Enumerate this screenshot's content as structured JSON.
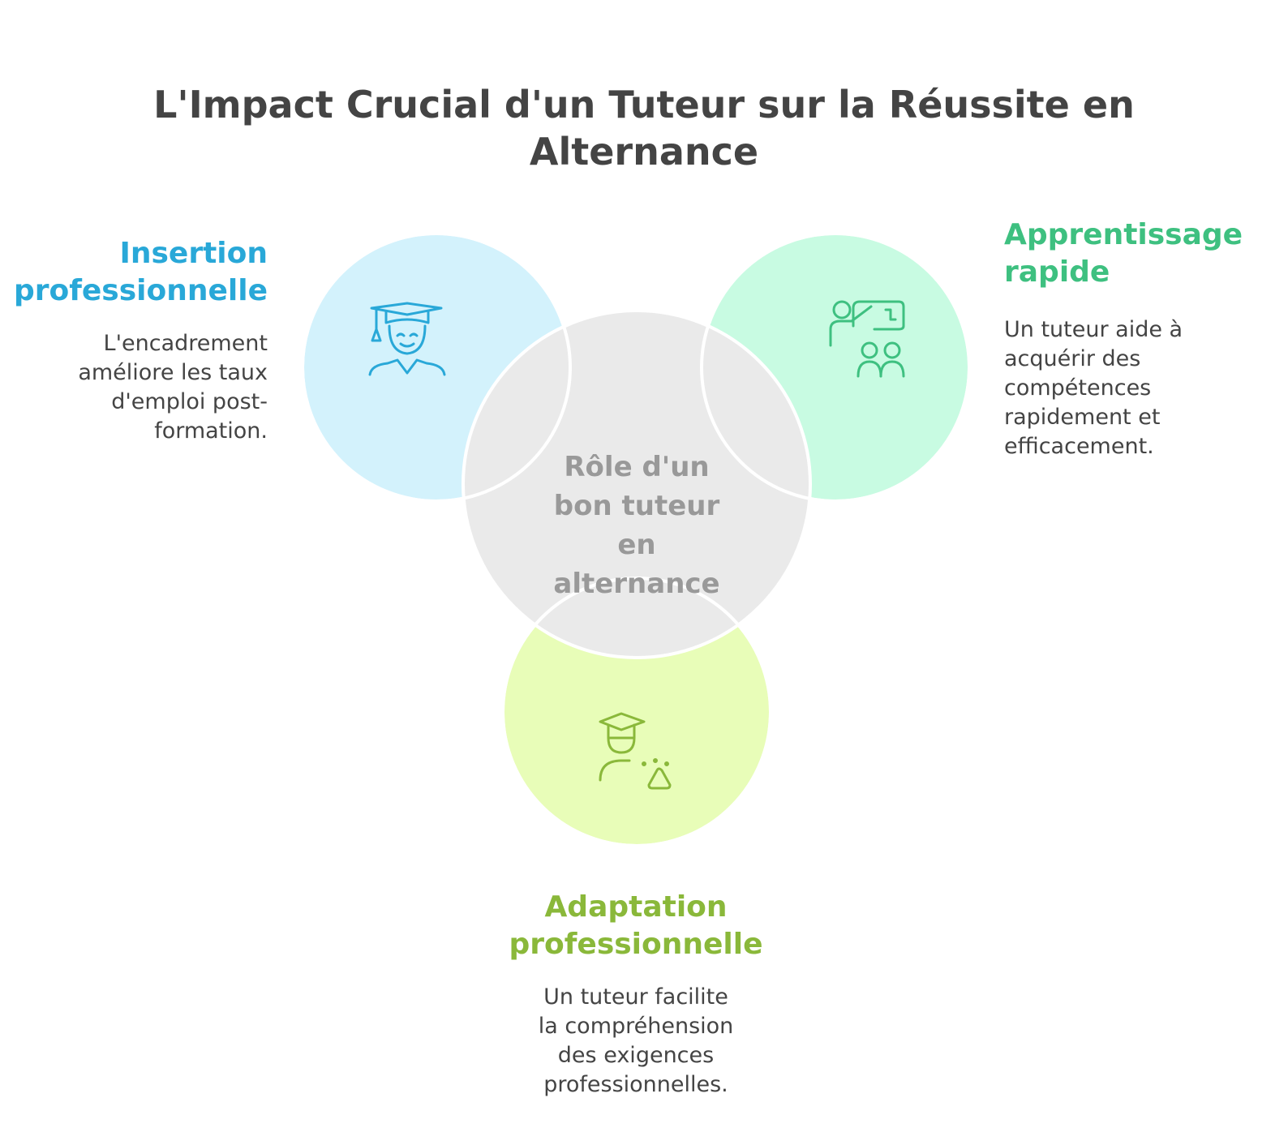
{
  "title": "L'Impact Crucial d'un Tuteur sur la Réussite en Alternance",
  "center": {
    "label": "Rôle d'un\nbon tuteur\nen\nalternance"
  },
  "sections": {
    "insertion": {
      "heading": "Insertion\nprofessionnelle",
      "description": "L'encadrement\naméliore les taux\nd'emploi post-\nformation.",
      "color": "#29a8d8",
      "fill": "#d3f2fc",
      "icon": "graduate-icon"
    },
    "apprentissage": {
      "heading": "Apprentissage\nrapide",
      "description": "Un tuteur aide à\nacquérir des\ncompétences\nrapidement et\nefficacement.",
      "color": "#3ec080",
      "fill": "#c8fbe2",
      "icon": "teacher-board-icon"
    },
    "adaptation": {
      "heading": "Adaptation\nprofessionnelle",
      "description": "Un tuteur facilite\nla compréhension\ndes exigences\nprofessionnelles.",
      "color": "#8ab83a",
      "fill": "#e8fdb8",
      "icon": "student-adapt-icon"
    }
  },
  "colors": {
    "title": "#444444",
    "center_fill": "#eaeaea",
    "center_text": "#999999",
    "outline": "#ffffff"
  }
}
